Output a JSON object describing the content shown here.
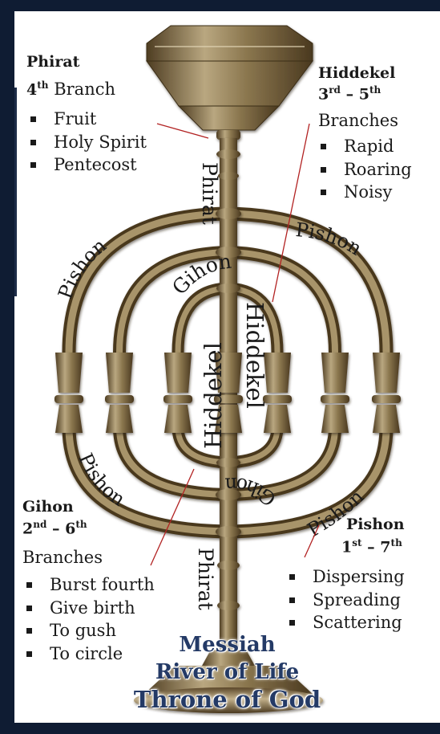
{
  "labels": {
    "phirat": {
      "title": "Phirat",
      "ord": "4",
      "ord_sup": "th",
      "word": "Branch",
      "bullets": [
        "Fruit",
        "Holy Spirit",
        "Pentecost"
      ]
    },
    "hiddekel": {
      "title": "Hiddekel",
      "ord1": "3",
      "sup1": "rd",
      "dash": "–",
      "ord2": "5",
      "sup2": "th",
      "word": "Branches",
      "bullets": [
        "Rapid",
        "Roaring",
        "Noisy"
      ]
    },
    "gihon": {
      "title": "Gihon",
      "ord1": "2",
      "sup1": "nd",
      "dash": "–",
      "ord2": "6",
      "sup2": "th",
      "word": "Branches",
      "bullets": [
        "Burst fourth",
        "Give birth",
        "To gush",
        "To circle"
      ]
    },
    "pishon": {
      "title": "Pishon",
      "ord1": "1",
      "sup1": "st",
      "dash": "–",
      "ord2": "7",
      "sup2": "th",
      "bullets": [
        "Dispersing",
        "Spreading",
        "Scattering"
      ]
    }
  },
  "stem_labels": {
    "phirat_top": "Phirat",
    "phirat_bottom": "Phirat"
  },
  "branch_labels": {
    "pishon_upper_left": "Pishon",
    "pishon_upper_right": "Pishon",
    "gihon_upper": "Gihon",
    "hiddekel_left": "Hiddekel",
    "hiddekel_right": "Hiddekel",
    "pishon_lower_left": "Pishon",
    "gihon_lower": "Gihon",
    "pishon_lower_right": "Pishon"
  },
  "bottom_text": {
    "line1": "Messiah",
    "line2": "River of Life",
    "line3": "Throne of God"
  },
  "colors": {
    "border": "#0f1c33",
    "bronze": "#6a5634",
    "bronze_light": "#b9a780",
    "title_blue": "#243a66",
    "pointer": "#b22222"
  }
}
